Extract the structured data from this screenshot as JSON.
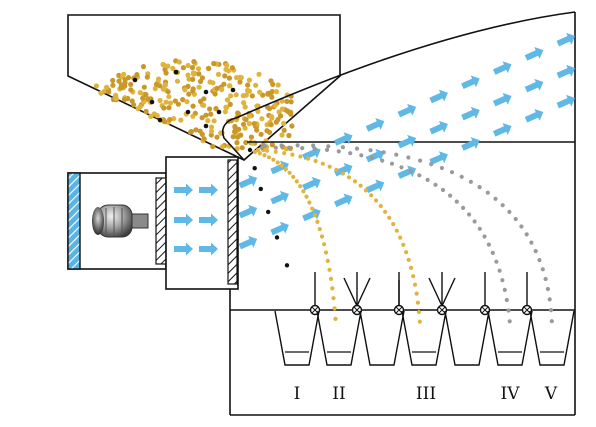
{
  "diagram": {
    "bin_labels": [
      "I",
      "II",
      "III",
      "IV",
      "V"
    ],
    "colors": {
      "line": "#111111",
      "grain": "#e0b43c",
      "grain_dark": "#c9972a",
      "heavy_particle": "#111111",
      "light_particle": "#9a9a9a",
      "air_flow": "#5fb8e6",
      "fan_housing_hatch": "#5ab4e3",
      "motor": "#777777"
    },
    "icons": [
      "motor-icon",
      "air-flow-arrow-icon",
      "valve-icon"
    ]
  }
}
